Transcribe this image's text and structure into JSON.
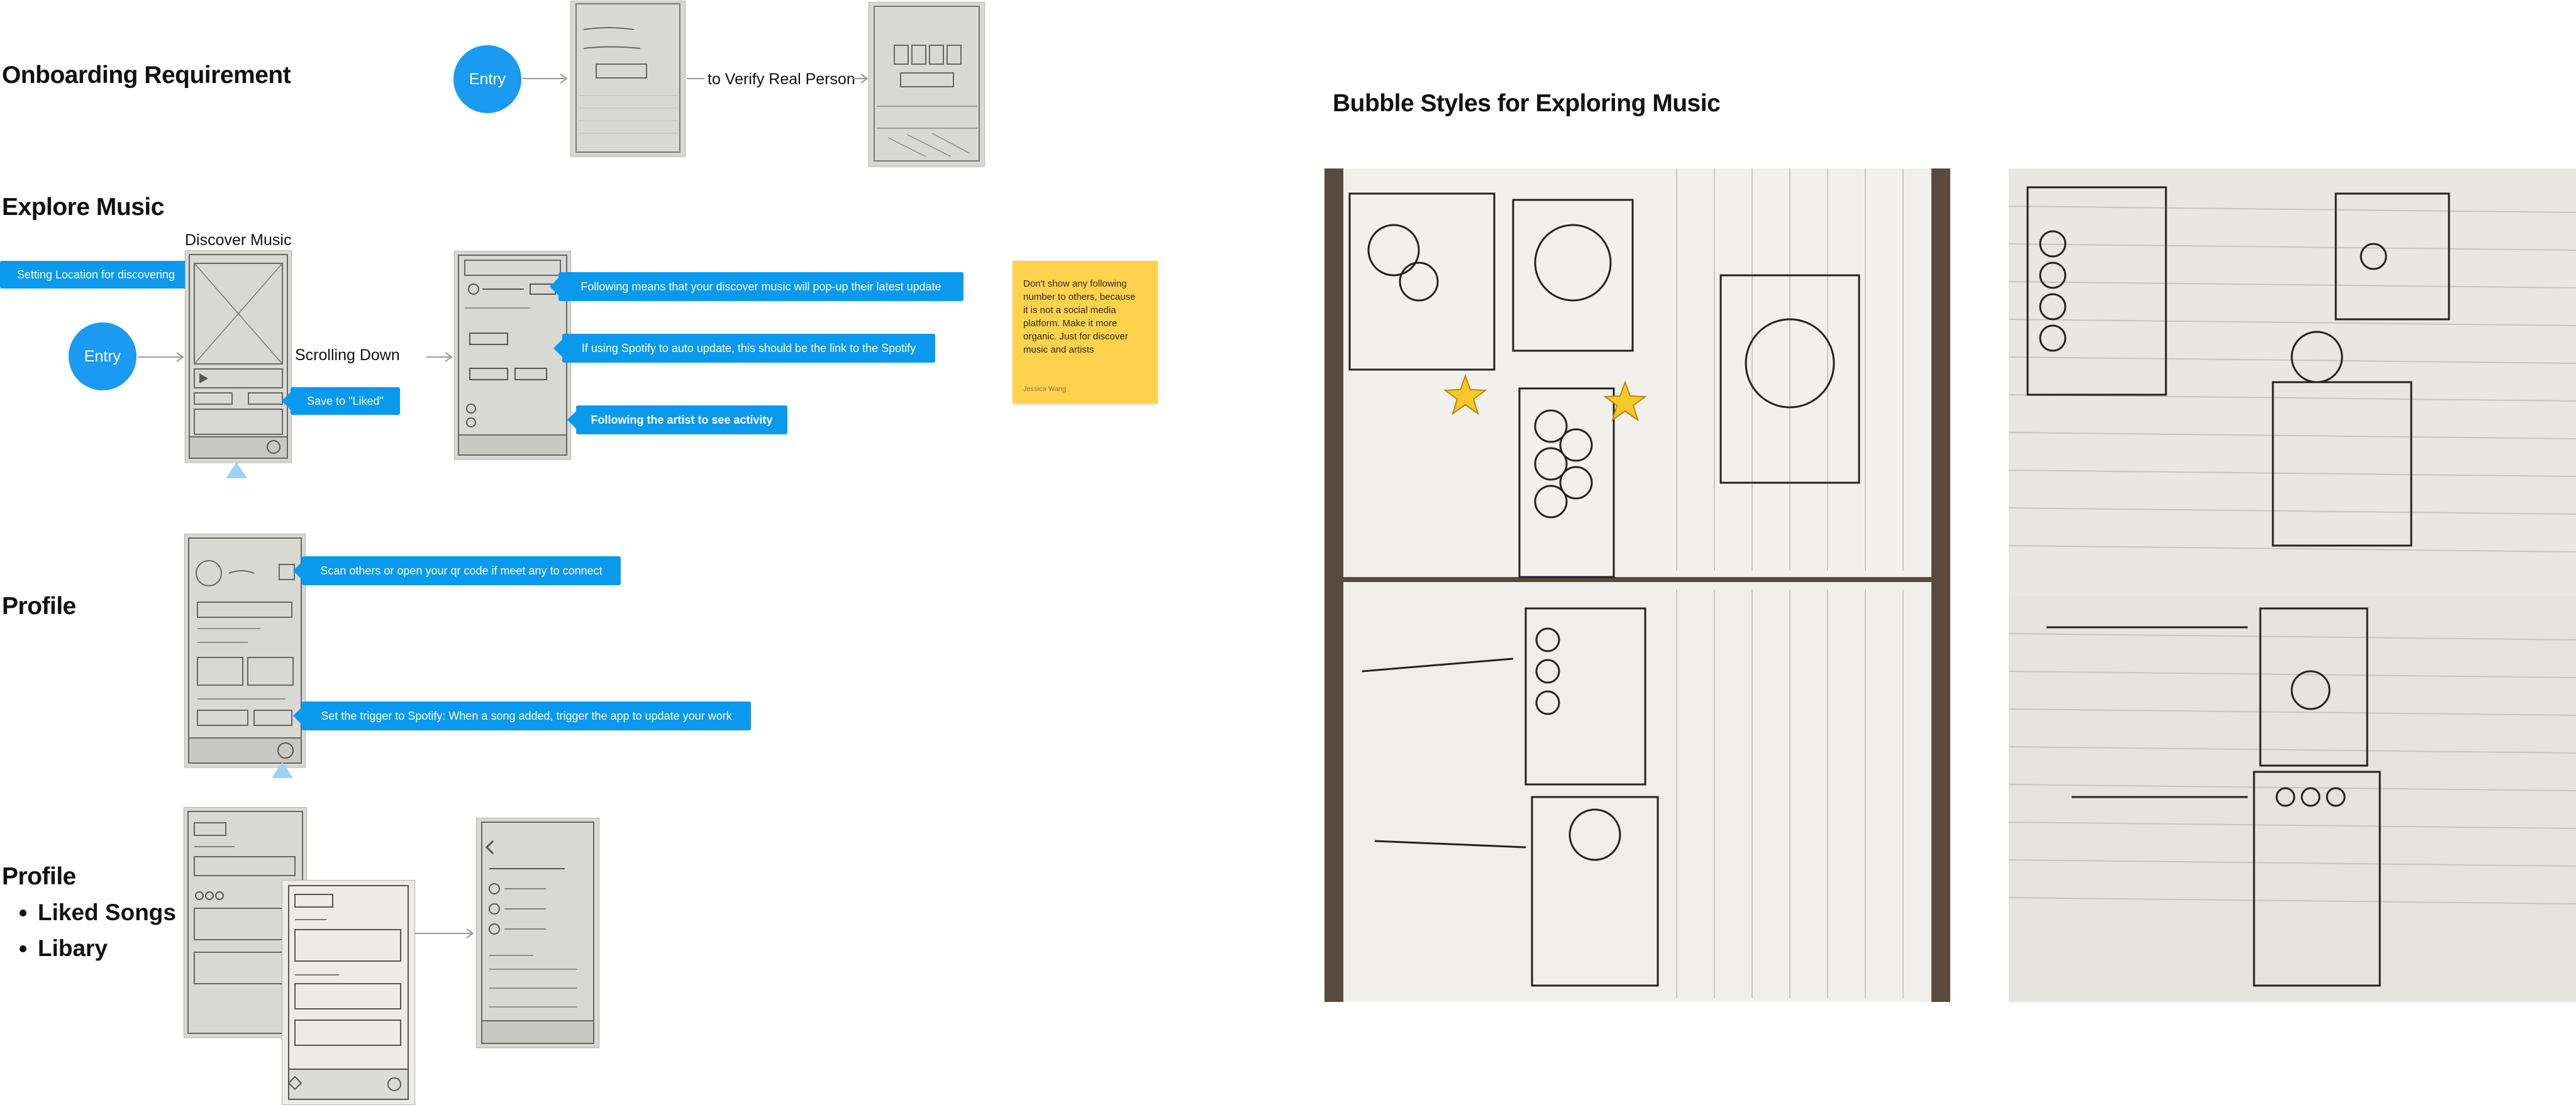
{
  "left": {
    "onboarding": {
      "heading": "Onboarding Requirement",
      "entry_label": "Entry",
      "verify_label": "to Verify Real Person"
    },
    "explore": {
      "heading": "Explore Music",
      "screen_label": "Discover Music",
      "entry_label": "Entry",
      "scrolling_label": "Scrolling Down",
      "callouts": {
        "location": "Setting Location for discovering",
        "liked": "Save to \"Liked\"",
        "following": "Following means that your discover music will pop-up their latest update",
        "spotify": "If using Spotify to auto update, this should be the link to the Spotify",
        "artist": "Following the artist to see activity"
      }
    },
    "sticky": {
      "text": "Don't show any following number to others, because it is not a social media platform. Make it more organic. Just for discover music and artists",
      "author": "Jessica Wang",
      "color": "#ffd24d"
    },
    "profile": {
      "heading": "Profile",
      "callouts": {
        "scan": "Scan others or open your qr code if meet any to connect",
        "trigger": "Set the trigger to Spotify: When a song added, trigger the app to update your work"
      }
    },
    "profile2": {
      "heading": "Profile",
      "bullets": [
        "Liked Songs",
        "Libary"
      ]
    }
  },
  "right": {
    "heading": "Bubble Styles for Exploring Music"
  },
  "colors": {
    "accent": "#1a9af0",
    "callout": "#0b99ee",
    "star": "#f6c928"
  },
  "icons": [
    "star-icon",
    "arrow-right-icon"
  ]
}
